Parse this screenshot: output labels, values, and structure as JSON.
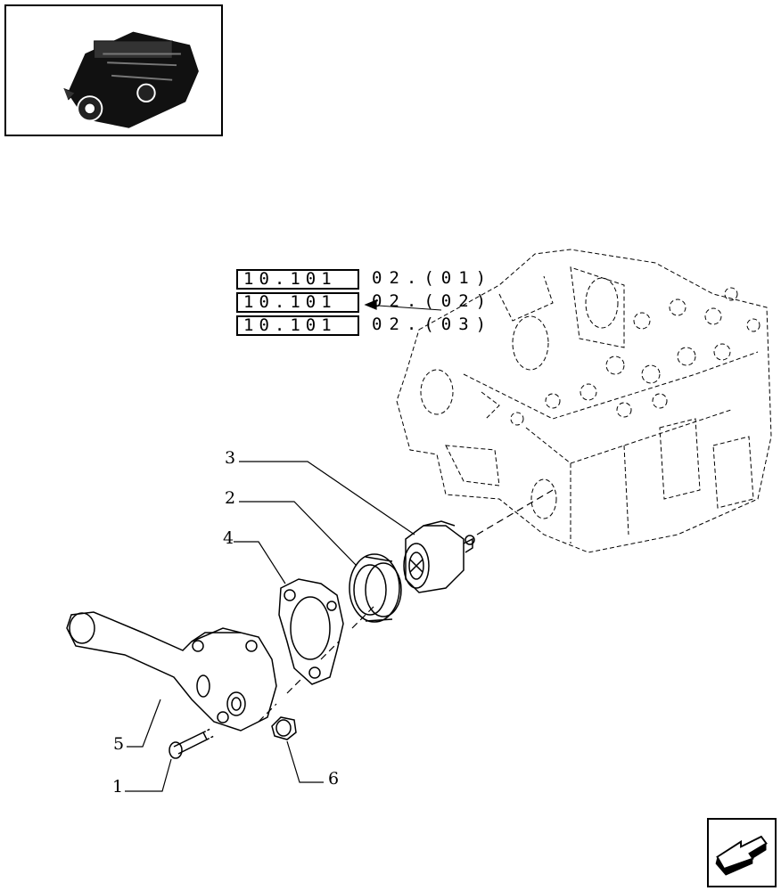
{
  "references": [
    {
      "code": "10.101",
      "suffix": "02.(01)"
    },
    {
      "code": "10.101",
      "suffix": "02.(02)"
    },
    {
      "code": "10.101",
      "suffix": "02.(03)"
    }
  ],
  "callouts": {
    "c1": "1",
    "c2": "2",
    "c3": "3",
    "c4": "4",
    "c5": "5",
    "c6": "6"
  },
  "icons": {
    "thumbnail": "engine-thumbnail-icon",
    "navigation": "arrow-back-icon"
  }
}
